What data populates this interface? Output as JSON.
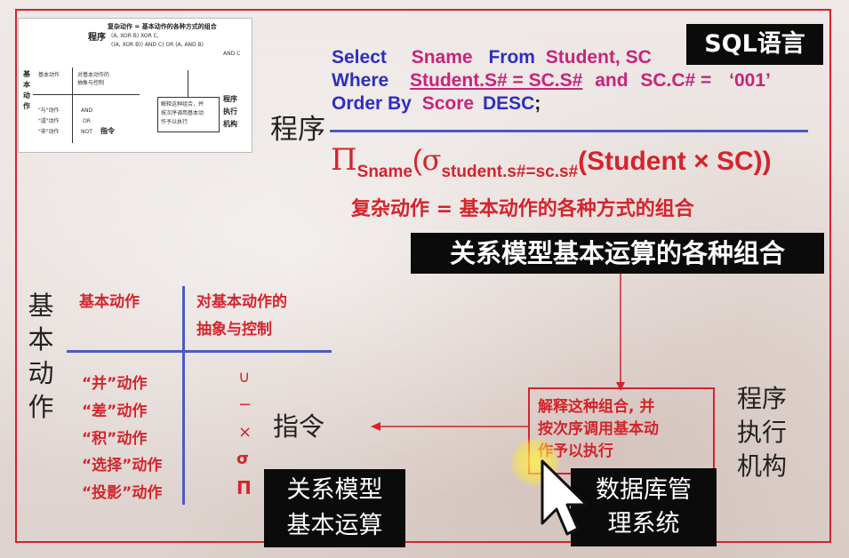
{
  "thumbnail": {
    "title": "复杂动作 = 基本动作的各种方式的组合",
    "program": "程序",
    "expr1": "(A, XOR B) XOR C,",
    "expr2": "((A, XOR B)) AND C) OR (A, AND B)",
    "expr3": "AND C",
    "basic_action_vertical": [
      "基",
      "本",
      "动",
      "作"
    ],
    "col_basic": "基本动作",
    "col_abstract": "对基本动作的",
    "col_abstract2": "抽象与控制",
    "row1_label": "\"与\"动作",
    "row1_op": "AND",
    "row2_label": "\"或\"动作",
    "row2_op": "OR",
    "row3_label": "\"非\"动作",
    "row3_op": "NOT",
    "instruction": "指令",
    "box_line1": "解释这种组合，并",
    "box_line2": "按次序调用基本动",
    "box_line3": "作予以执行",
    "exec1": "程序",
    "exec2": "执行",
    "exec3": "机构"
  },
  "sql_label": "SQL语言",
  "sql": {
    "line1_kw1": "Select",
    "line1_col": "Sname",
    "line1_kw2": "From",
    "line1_tables": "Student, SC",
    "line2_kw": "Where",
    "line2_cond1": "Student.S# = SC.S#",
    "line2_and": "and",
    "line2_cond2": "SC.C# =",
    "line2_val": "‘001’",
    "line3_kw": "Order By",
    "line3_col": "Score",
    "line3_desc": "DESC",
    "line3_semicolon": ";"
  },
  "program_label": "程序",
  "relational": {
    "pi": "Π",
    "pi_sub": "Sname",
    "open": "(",
    "sigma": "σ",
    "sigma_sub": "student.s#=sc.s#",
    "body": "(Student × SC))"
  },
  "complex_action": "复杂动作 = 基本动作的各种方式的组合",
  "combo_label": "关系模型基本运算的各种组合",
  "basic_action_vertical": [
    "基",
    "本",
    "动",
    "作"
  ],
  "table": {
    "col1_header": "基本动作",
    "col2_header_line1": "对基本动作的",
    "col2_header_line2": "抽象与控制",
    "rows": [
      {
        "label": "“并”动作",
        "op": "∪"
      },
      {
        "label": "“差”动作",
        "op": "−"
      },
      {
        "label": "“积”动作",
        "op": "×"
      },
      {
        "label": "“选择”动作",
        "op": "σ"
      },
      {
        "label": "“投影”动作",
        "op": "Π"
      }
    ]
  },
  "instruction": "指令",
  "relational_basic_box": [
    "关系模型",
    "基本运算"
  ],
  "explain_box": [
    "解释这种组合, 并",
    "按次序调用基本动",
    "作予以执行"
  ],
  "exec_mechanism": [
    "程序",
    "执行",
    "机构"
  ],
  "dbms_box": [
    "数据库管",
    "理系统"
  ],
  "colors": {
    "frame_red": "#d4242c",
    "sql_blue": "#2e2fbf",
    "sql_pink": "#c8247a",
    "line_blue": "#4a5bc4",
    "label_black": "#0b0b0b"
  }
}
